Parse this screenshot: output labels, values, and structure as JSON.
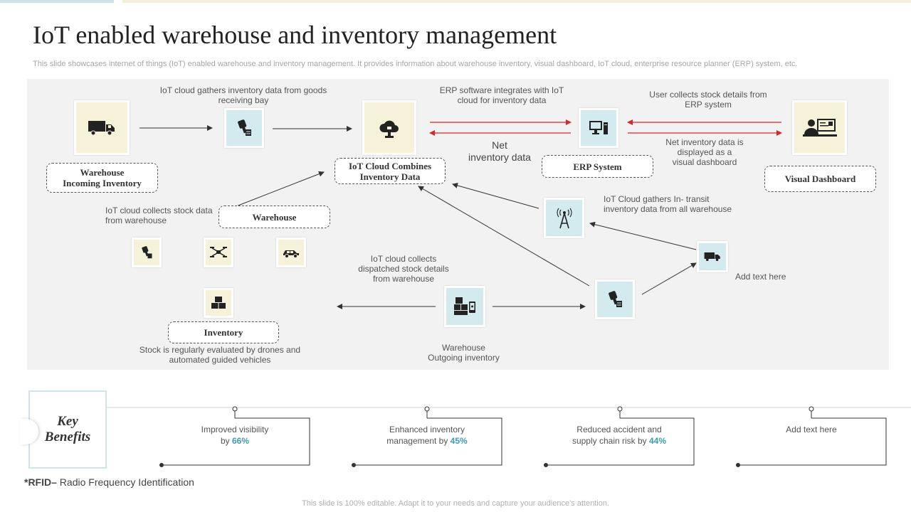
{
  "title": "IoT enabled warehouse and inventory management",
  "subtitle": "This slide showcases internet of things (IoT) enabled warehouse and inventory management. It provides information about warehouse inventory, visual dashboard, IoT cloud, enterprise resource planner (ERP) system, etc.",
  "labels": {
    "warehouse_incoming": "Warehouse\nIncoming Inventory",
    "iot_cloud": "IoT Cloud Combines\nInventory Data",
    "erp": "ERP System",
    "visual_dashboard": "Visual Dashboard",
    "warehouse": "Warehouse",
    "inventory": "Inventory"
  },
  "notes": {
    "iot_gathers_goods": "IoT cloud gathers inventory data from goods\nreceiving bay",
    "erp_integrates": "ERP software integrates with IoT\ncloud for inventory data",
    "user_collects": "User collects stock details from\nERP system",
    "net_inventory_left": "Net\ninventory data",
    "net_inventory_right": "Net inventory data is\ndisplayed as a\nvisual dashboard",
    "iot_collects_stock": "IoT cloud collects stock data\nfrom warehouse",
    "in_transit": "IoT Cloud gathers In- transit\ninventory data from all warehouse",
    "dispatched": "IoT cloud collects\ndispatched stock details\nfrom warehouse",
    "add_text": "Add text here",
    "drones": "Stock is regularly evaluated by drones and\nautomated guided vehicles",
    "warehouse_outgoing": "Warehouse\nOutgoing inventory"
  },
  "key_benefits": {
    "heading": "Key\nBenefits",
    "items": [
      {
        "text": "Improved  visibility\nby ",
        "pct": "66%"
      },
      {
        "text": "Enhanced inventory\nmanagement  by ",
        "pct": "45%"
      },
      {
        "text": "Reduced accident and\nsupply chain risk by ",
        "pct": "44%"
      },
      {
        "text": "Add text here",
        "pct": ""
      }
    ]
  },
  "footnote_bold": "*RFID–",
  "footnote_text": " Radio Frequency Identification",
  "footer": "This slide is 100% editable. Adapt it to your needs and capture your audience's attention.",
  "colors": {
    "cream": "#f6f1d9",
    "light_blue": "#d3ebee",
    "red_arrow": "#d9262b",
    "accent": "#3a9eb0"
  },
  "icons": [
    "truck-icon",
    "rfid-reader-icon",
    "cloud-icon",
    "computer-icon",
    "user-dashboard-icon",
    "drone-icon",
    "car-icon",
    "boxes-icon",
    "warehouse-package-icon",
    "antenna-tower-icon"
  ]
}
